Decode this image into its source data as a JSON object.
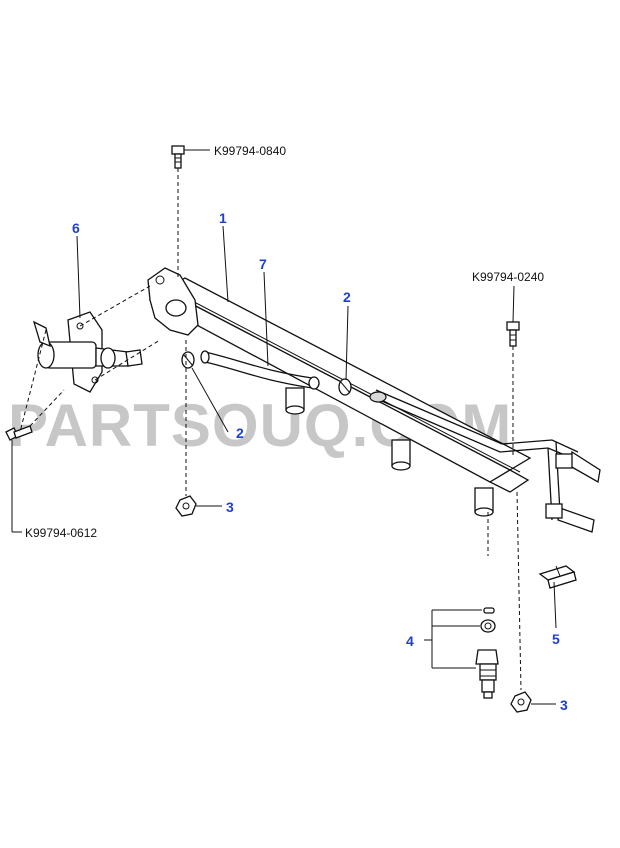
{
  "watermark": "PARTSOUQ.COM",
  "part_numbers": {
    "top_bolt": "K99794-0840",
    "right_bolt": "K99794-0240",
    "left_bolt": "K99794-0612"
  },
  "callouts": {
    "rail": "1",
    "clip_upper": "2",
    "clip_lower": "2",
    "nut_lower": "3",
    "nut_right": "3",
    "injector_set": "4",
    "bracket_clip": "5",
    "regulator": "6",
    "hose": "7"
  }
}
